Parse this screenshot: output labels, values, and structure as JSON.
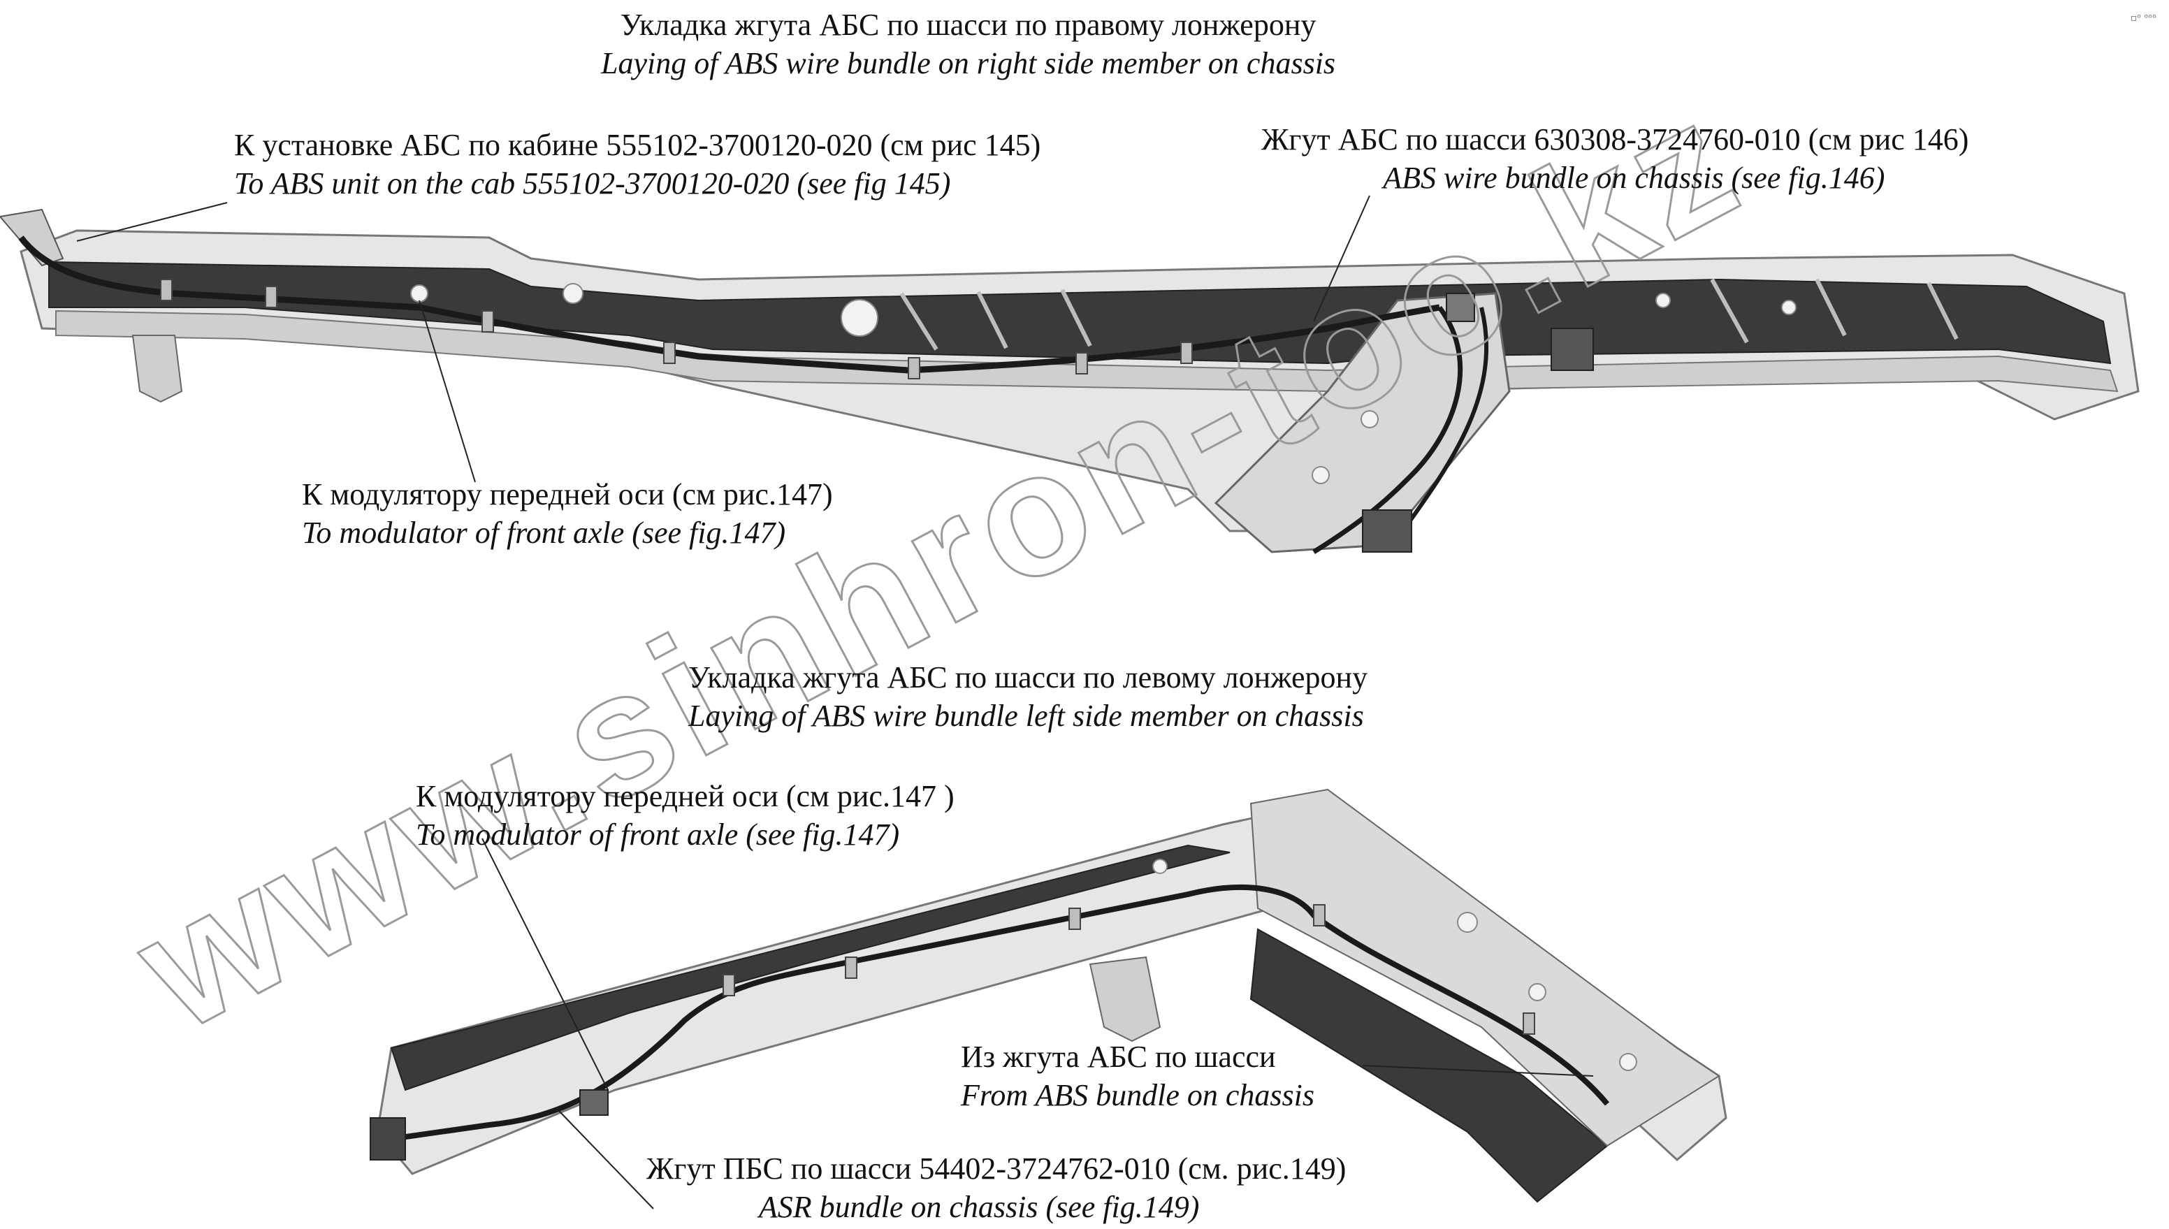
{
  "top_section": {
    "title_ru": "Укладка жгута АБС по шасси по правому лонжерону",
    "title_en": "Laying of ABS wire bundle on right side member on chassis",
    "cab_label_ru": "К установке АБС по кабине 555102-3700120-020 (см рис 145)",
    "cab_label_en": "To ABS unit on the cab 555102-3700120-020 (see fig 145)",
    "chassis_label_ru": "Жгут АБС по шасси 630308-3724760-010 (см рис 146)",
    "chassis_label_en": "ABS wire bundle on chassis (see fig.146)",
    "modulator_label_ru": "К модулятору передней оси (см рис.147)",
    "modulator_label_en": "To modulator of front axle (see fig.147)"
  },
  "bottom_section": {
    "title_ru": "Укладка жгута АБС по шасси по левому лонжерону",
    "title_en": "Laying of ABS wire bundle  left side member on chassis",
    "modulator_label_ru": "К модулятору передней оси (см рис.147 )",
    "modulator_label_en": "To modulator of front axle (see fig.147)",
    "from_bundle_ru": "Из жгута АБС по шасси",
    "from_bundle_en": "From ABS bundle on chassis",
    "asr_label_ru": "Жгут ПБС по шасси 54402-3724762-010 (см. рис.149)",
    "asr_label_en": "ASR bundle on chassis (see fig.149)"
  },
  "watermark": "www.sinhron-too.kz",
  "corner_mark": "▫ᵒ ᵒᵒᵒ",
  "colors": {
    "frame_light": "#e6e6e6",
    "frame_mid": "#bdbdbd",
    "frame_dark": "#3a3a3a",
    "wire": "#1a1a1a",
    "leader": "#222222"
  }
}
